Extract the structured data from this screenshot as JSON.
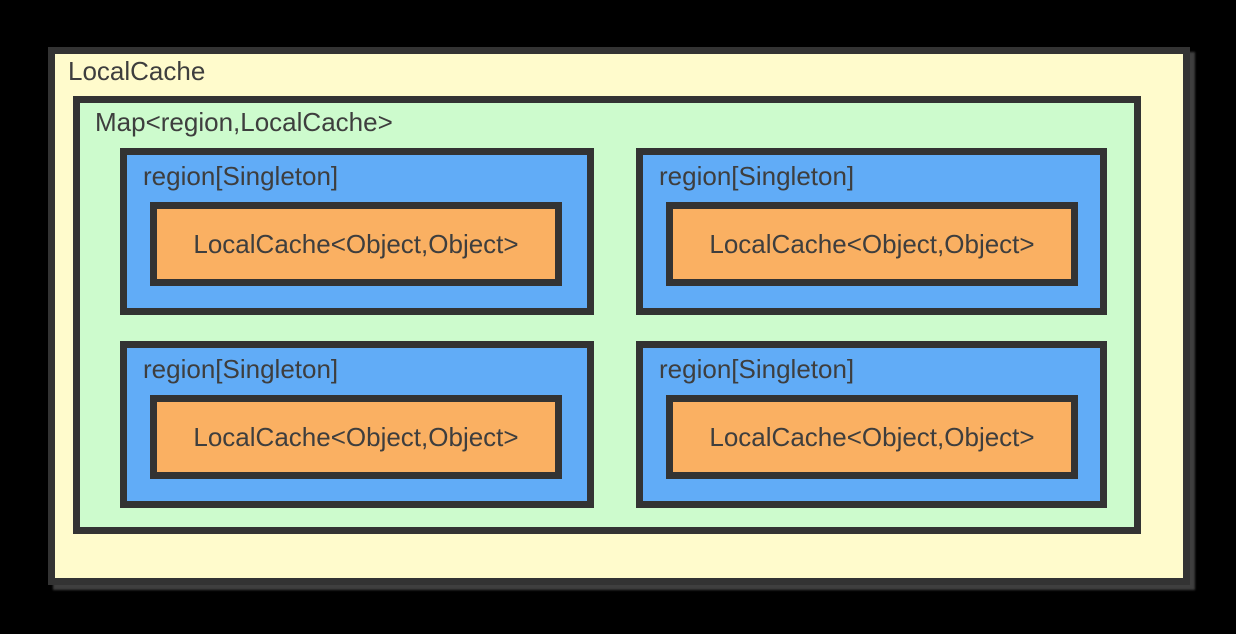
{
  "diagram": {
    "outer": {
      "label": "LocalCache"
    },
    "map": {
      "label": "Map<region,LocalCache>"
    },
    "regions": [
      {
        "label": "region[Singleton]",
        "cache_label": "LocalCache<Object,Object>"
      },
      {
        "label": "region[Singleton]",
        "cache_label": "LocalCache<Object,Object>"
      },
      {
        "label": "region[Singleton]",
        "cache_label": "LocalCache<Object,Object>"
      },
      {
        "label": "region[Singleton]",
        "cache_label": "LocalCache<Object,Object>"
      }
    ]
  },
  "colors": {
    "background": "#000000",
    "outer-fill": "#FFFBCC",
    "map-fill": "#CDFBCD",
    "region-fill": "#61ACF7",
    "cache-fill": "#FAB062",
    "border": "#333333",
    "text": "#3E3E3E"
  }
}
